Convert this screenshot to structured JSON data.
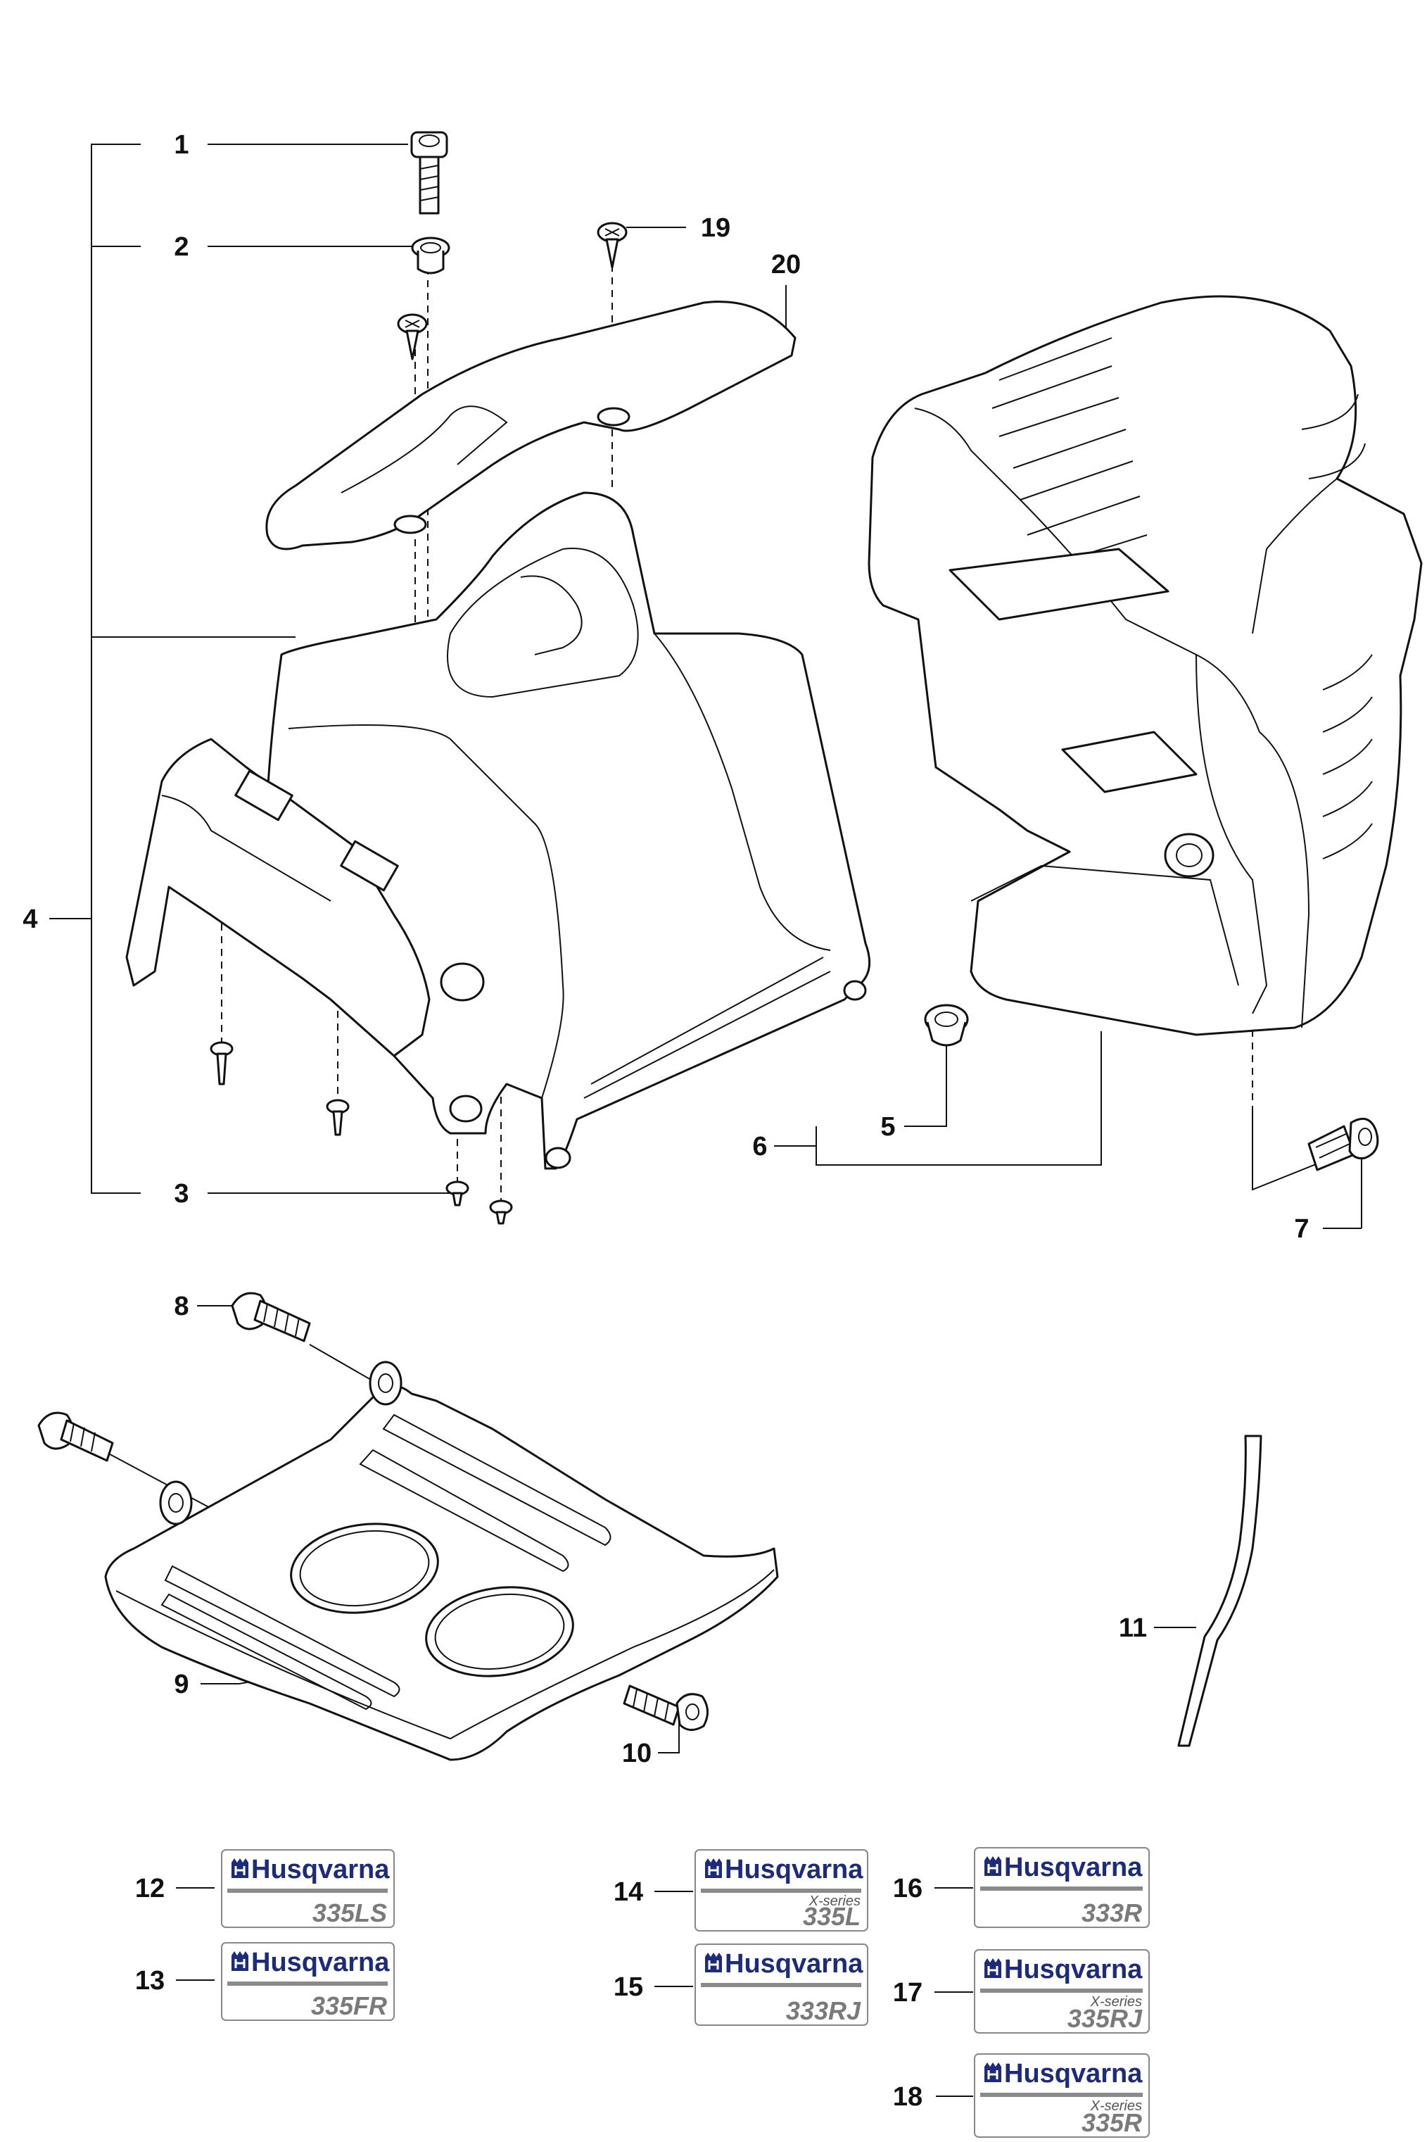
{
  "callouts": [
    "1",
    "2",
    "3",
    "4",
    "5",
    "6",
    "7",
    "8",
    "9",
    "10",
    "11",
    "12",
    "13",
    "14",
    "15",
    "16",
    "17",
    "18",
    "19",
    "20"
  ],
  "decals": [
    {
      "callout": "12",
      "brand": "Husqvarna",
      "series": "",
      "model": "335LS"
    },
    {
      "callout": "13",
      "brand": "Husqvarna",
      "series": "",
      "model": "335FR"
    },
    {
      "callout": "14",
      "brand": "Husqvarna",
      "series": "X-series",
      "model": "335L"
    },
    {
      "callout": "15",
      "brand": "Husqvarna",
      "series": "",
      "model": "333RJ"
    },
    {
      "callout": "16",
      "brand": "Husqvarna",
      "series": "",
      "model": "333R"
    },
    {
      "callout": "17",
      "brand": "Husqvarna",
      "series": "X-series",
      "model": "335RJ"
    },
    {
      "callout": "18",
      "brand": "Husqvarna",
      "series": "X-series",
      "model": "335R"
    }
  ],
  "colors": {
    "brand": "#1c2b7a",
    "line": "#111111",
    "model_text": "#7a7a7a"
  },
  "icons": {
    "brand_logo": "husqvarna-crown-logo"
  }
}
